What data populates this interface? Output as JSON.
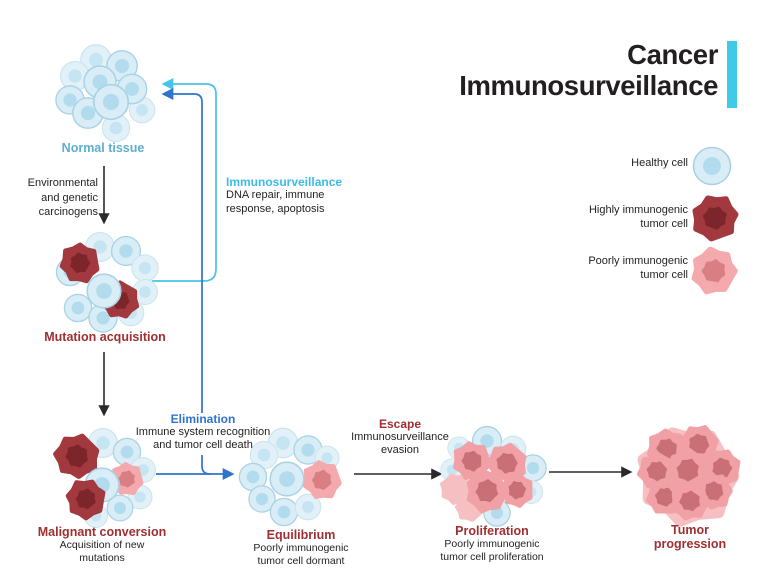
{
  "title": {
    "line1": "Cancer",
    "line2": "Immunosurveillance"
  },
  "legend": {
    "items": [
      {
        "icon": "healthy-cell-icon",
        "label": "Healthy cell"
      },
      {
        "icon": "highly-immunogenic-tumor-cell-icon",
        "line1": "Highly immunogenic",
        "line2": "tumor cell"
      },
      {
        "icon": "poorly-immunogenic-tumor-cell-icon",
        "line1": "Poorly immunogenic",
        "line2": "tumor cell"
      }
    ]
  },
  "stages": {
    "normal_tissue": {
      "label": "Normal tissue"
    },
    "mutation_acquisition": {
      "label": "Mutation acquisition"
    },
    "malignant_conversion": {
      "label": "Malignant conversion",
      "sub1": "Acquisition of new",
      "sub2": "mutations"
    },
    "equilibrium": {
      "label": "Equilibrium",
      "sub1": "Poorly immunogenic",
      "sub2": "tumor cell dormant"
    },
    "proliferation": {
      "label": "Proliferation",
      "sub1": "Poorly immunogenic",
      "sub2": "tumor cell proliferation"
    },
    "tumor_progression": {
      "line1": "Tumor",
      "line2": "progression"
    }
  },
  "annotations": {
    "carcinogens": {
      "line1": "Environmental",
      "line2": "and genetic",
      "line3": "carcinogens"
    },
    "immunosurveillance": {
      "title": "Immunosurveillance",
      "line1": "DNA repair, immune",
      "line2": "response, apoptosis"
    },
    "elimination": {
      "title": "Elimination",
      "line1": "Immune system recognition",
      "line2": "and tumor cell death"
    },
    "escape": {
      "title": "Escape",
      "line1": "Immunosurveillance",
      "line2": "evasion"
    }
  },
  "colors": {
    "accent_cyan": "#41C9E8",
    "cyan_text": "#3BBDE8",
    "blue_text": "#2F74CC",
    "red_text": "#A02F31",
    "normal_tissue_text": "#5EAECE",
    "healthy_cell_fill": "#D9EDF6",
    "healthy_cell_stroke": "#A9D2E5",
    "highly_immunogenic_fill": "#A2393E",
    "poorly_immunogenic_fill": "#F4A9AC",
    "black_text": "#231F20"
  }
}
